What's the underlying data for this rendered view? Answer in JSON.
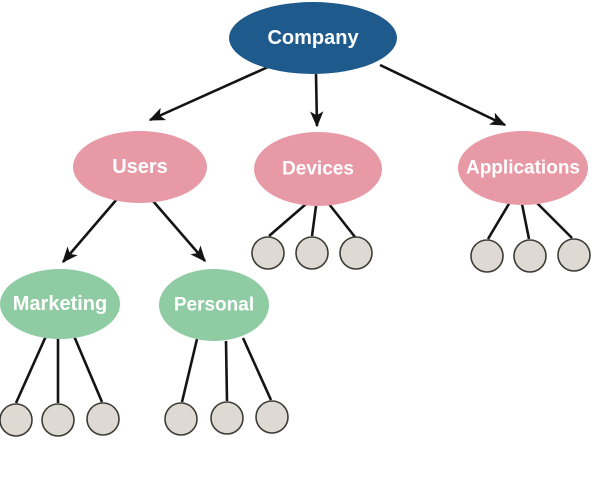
{
  "diagram": {
    "type": "tree",
    "background": "#ffffff",
    "edge_color": "#141414",
    "label_color": "#ffffff",
    "nodes": {
      "company": {
        "label": "Company",
        "fill": "#1e5a8c",
        "level": "root"
      },
      "users": {
        "label": "Users",
        "fill": "#e79aa5",
        "level": "branch"
      },
      "devices": {
        "label": "Devices",
        "fill": "#e79aa5",
        "level": "branch"
      },
      "applications": {
        "label": "Applications",
        "fill": "#e79aa5",
        "level": "branch"
      },
      "marketing": {
        "label": "Marketing",
        "fill": "#8fcba3",
        "level": "sub-branch"
      },
      "personal": {
        "label": "Personal",
        "fill": "#8fcba3",
        "level": "sub-branch"
      }
    },
    "leaf_style": {
      "fill": "#ded9d2",
      "stroke": "#3c3c36"
    },
    "hierarchy": {
      "Company": [
        "Users",
        "Devices",
        "Applications"
      ],
      "Users": [
        "Marketing",
        "Personal"
      ],
      "Devices": [
        "leaf",
        "leaf",
        "leaf"
      ],
      "Applications": [
        "leaf",
        "leaf",
        "leaf"
      ],
      "Marketing": [
        "leaf",
        "leaf",
        "leaf"
      ],
      "Personal": [
        "leaf",
        "leaf",
        "leaf"
      ]
    },
    "leaf_counts": {
      "Devices": 3,
      "Applications": 3,
      "Marketing": 3,
      "Personal": 3
    }
  }
}
